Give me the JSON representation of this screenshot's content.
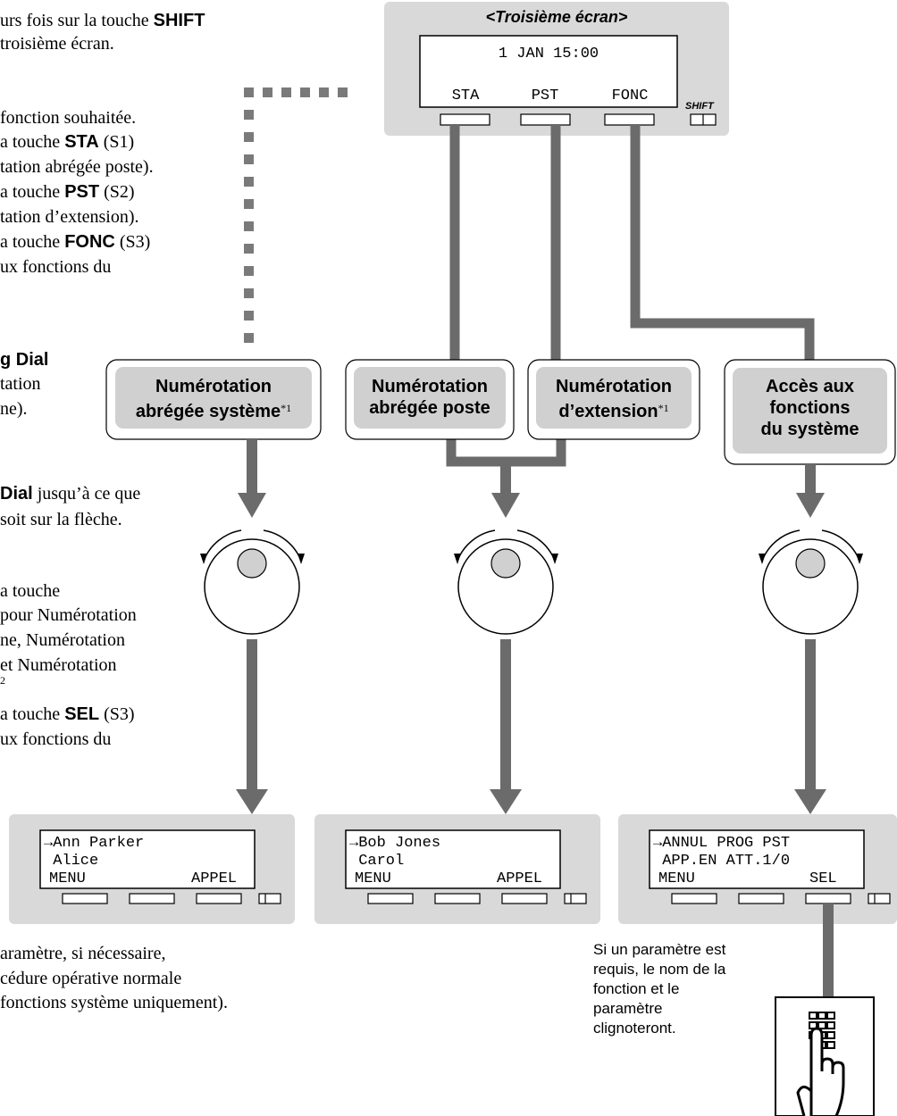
{
  "instructions": {
    "step1_line1_pre": "urs fois sur la touche ",
    "step1_line1_key": "SHIFT",
    "step1_line2": " troisième écran.",
    "step2_line1": "fonction souhaitée.",
    "step2_line2_pre": "a touche ",
    "step2_line2_key": "STA",
    "step2_line2_post": " (S1)",
    "step2_line3": "tation abrégée poste).",
    "step2_line4_pre": "a touche ",
    "step2_line4_key": "PST",
    "step2_line4_post": " (S2)",
    "step2_line5": "tation d’extension).",
    "step2_line6_pre": "a touche ",
    "step2_line6_key": "FONC",
    "step2_line6_post": " (S3)",
    "step2_line7": "ux fonctions du",
    "step3_line1": "g Dial",
    "step3_line2": "tation",
    "step3_line3": "ne).",
    "step4_line1_key": "Dial",
    "step4_line1_post": " jusqu’à ce que",
    "step4_line2": "soit sur la flèche.",
    "step5_line1": "a touche",
    "step5_line2": "pour Numérotation",
    "step5_line3": "ne, Numérotation",
    "step5_line4": "et Numérotation",
    "step5_line5": "2",
    "step5_line6_pre": "a touche ",
    "step5_line6_key": "SEL",
    "step5_line6_post": " (S3)",
    "step5_line7": "ux fonctions du",
    "step6_line1": "aramètre, si nécessaire,",
    "step6_line2": "cédure opérative normale",
    "step6_line3": "fonctions système uniquement)."
  },
  "top_display": {
    "title": "<Troisième écran>",
    "line1": "1 JAN 15:00",
    "softkeys": [
      "STA",
      "PST",
      "FONC"
    ],
    "shift_label": "SHIFT"
  },
  "function_boxes": {
    "system_speed_dial": {
      "line1": "Numérotation",
      "line2": "abrégée système",
      "note": "*1"
    },
    "station_speed_dial": {
      "line1": "Numérotation",
      "line2": "abrégée poste"
    },
    "extension_dial": {
      "line1": "Numérotation",
      "line2": "d’extension",
      "note": "*1"
    },
    "system_features": {
      "line1": "Accès aux",
      "line2": "fonctions",
      "line3": "du système"
    }
  },
  "result_displays": [
    {
      "line1": "→Ann Parker",
      "line2": " Alice",
      "left_key": "MENU",
      "right_key": "APPEL"
    },
    {
      "line1": "→Bob Jones",
      "line2": " Carol",
      "left_key": "MENU",
      "right_key": "APPEL"
    },
    {
      "line1": "→ANNUL PROG PST",
      "line2": " APP.EN ATT.1/0",
      "left_key": "MENU",
      "right_key": "SEL"
    }
  ],
  "parameter_note": {
    "line1": "Si un paramètre est",
    "line2": "requis, le nom de la",
    "line3": "fonction et le",
    "line4": "paramètre",
    "line5": "clignoteront."
  },
  "icons": [
    "jog-dial-icon",
    "keypad-press-icon"
  ],
  "colors": {
    "panel_gray": "#d9d9d9",
    "arrow_gray": "#6b6b6b",
    "box_shadow_gray": "#d0d0d0"
  }
}
